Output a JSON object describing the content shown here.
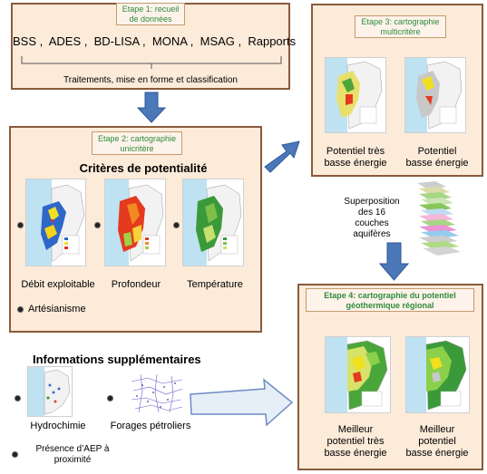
{
  "stage1": {
    "title_line1": "Etape 1: recueil",
    "title_line2": "de données",
    "sources": "BSS ,  ADES ,  BD-LISA ,  MONA ,  MSAG ,  Rapports",
    "processing": "Traitements, mise en forme et classification"
  },
  "stage2": {
    "title_line1": "Etape 2: cartographie",
    "title_line2": "unicritère",
    "criteria_heading": "Critères de potentialité",
    "maps": [
      {
        "label": "Débit exploitable"
      },
      {
        "label": "Profondeur"
      },
      {
        "label": "Température"
      }
    ],
    "extra_criterion": "Artésianisme"
  },
  "stage3": {
    "title_line1": "Etape 3: cartographie",
    "title_line2": "multicritère",
    "maps": [
      {
        "label_line1": "Potentiel très",
        "label_line2": "basse énergie"
      },
      {
        "label_line1": "Potentiel",
        "label_line2": "basse énergie"
      }
    ]
  },
  "superposition": {
    "line1": "Superposition",
    "line2": "des 16",
    "line3": "couches",
    "line4": "aquifères"
  },
  "stage4": {
    "title_line1": "Etape 4: cartographie du potentiel",
    "title_line2": "géothermique régional",
    "maps": [
      {
        "label_line1": "Meilleur",
        "label_line2": "potentiel très",
        "label_line3": "basse énergie"
      },
      {
        "label_line1": "Meilleur",
        "label_line2": "potentiel",
        "label_line3": "basse énergie"
      }
    ]
  },
  "supplementary": {
    "heading": "Informations supplémentaires",
    "items": [
      {
        "label": "Hydrochimie"
      },
      {
        "label": "Forages pétroliers"
      }
    ],
    "aep_line1": "Présence d’AEP à",
    "aep_line2": "proximité"
  },
  "colors": {
    "box_fill": "#fcebd9",
    "box_border": "#8a5a3c",
    "stage_title": "#2e8b3c",
    "arrow_fill": "#4a78b8",
    "arrow_border": "#2f5597"
  }
}
